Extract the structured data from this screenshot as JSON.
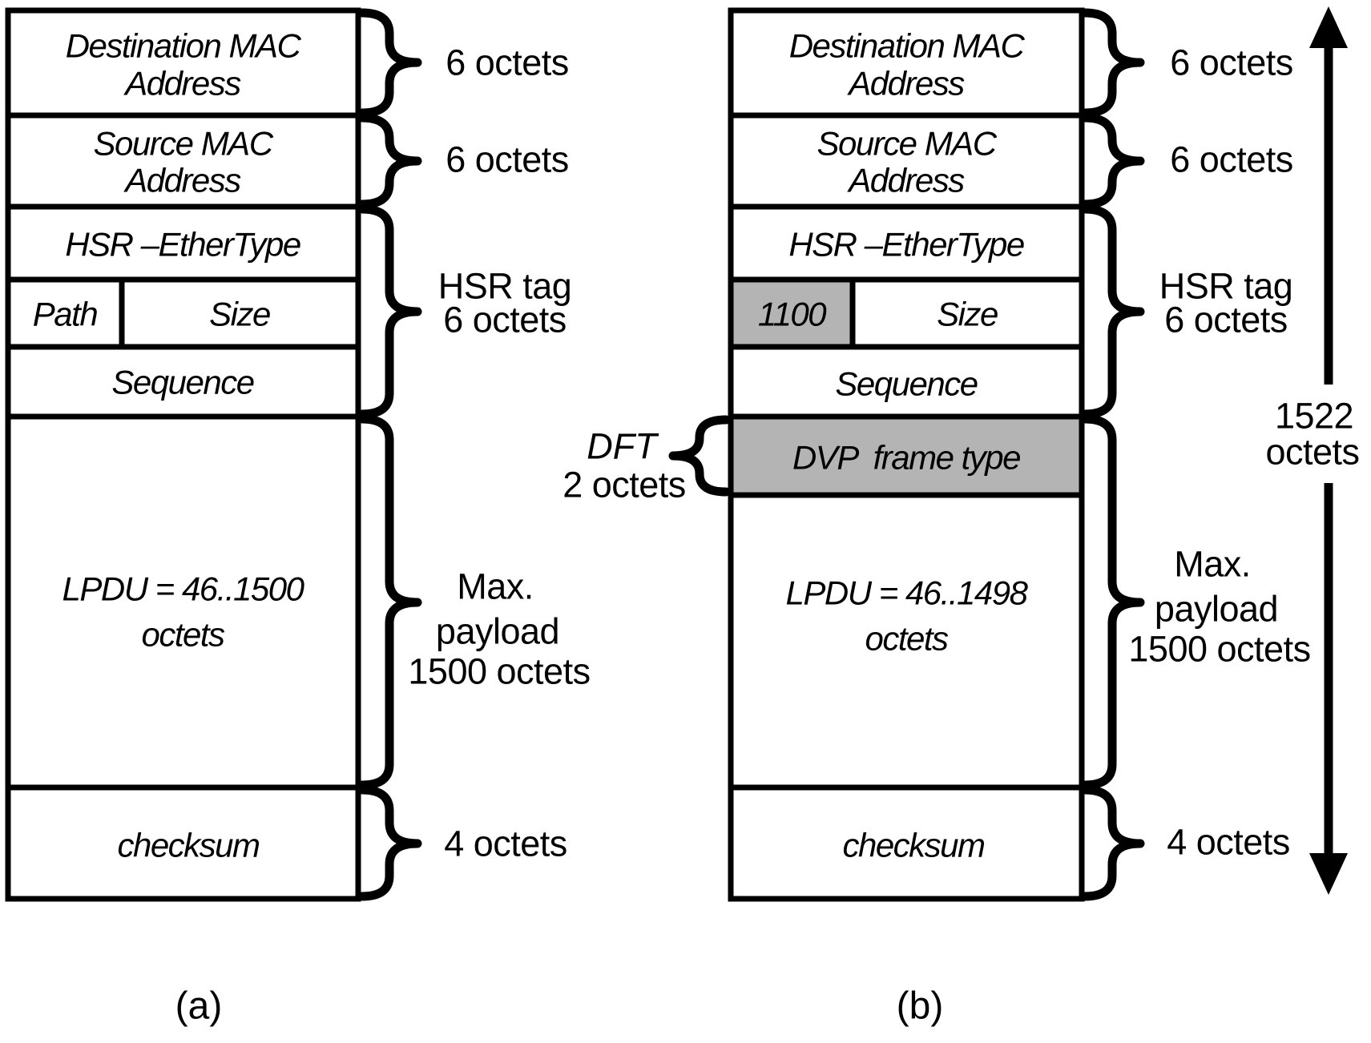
{
  "figure": {
    "caption_a": "(a)",
    "caption_b": "(b)"
  },
  "colors": {
    "highlight_gray": "#b4b4b4",
    "line_black": "#000000",
    "background": "#ffffff"
  },
  "diagram_a": {
    "fields": {
      "dest_mac_line1": "Destination MAC",
      "dest_mac_line2": "Address",
      "src_mac_line1": "Source MAC",
      "src_mac_line2": "Address",
      "ethertype": "HSR –EtherType",
      "path": "Path",
      "size": "Size",
      "sequence": "Sequence",
      "lpdu_line1": "LPDU = 46..1500",
      "lpdu_line2": "octets",
      "checksum": "checksum"
    },
    "annotations": {
      "dest_mac_size": "6 octets",
      "src_mac_size": "6 octets",
      "hsr_tag_line1": "HSR tag",
      "hsr_tag_line2": "6 octets",
      "payload_line1": "Max.",
      "payload_line2": "payload",
      "payload_line3": "1500 octets",
      "checksum_size": "4 octets"
    }
  },
  "diagram_b": {
    "fields": {
      "dest_mac_line1": "Destination MAC",
      "dest_mac_line2": "Address",
      "src_mac_line1": "Source MAC",
      "src_mac_line2": "Address",
      "ethertype": "HSR –EtherType",
      "path_value": "1100",
      "size": "Size",
      "sequence": "Sequence",
      "dvp_frame_type": "DVP  frame type",
      "lpdu_line1": "LPDU = 46..1498",
      "lpdu_line2": "octets",
      "checksum": "checksum"
    },
    "annotations": {
      "dest_mac_size": "6 octets",
      "src_mac_size": "6 octets",
      "hsr_tag_line1": "HSR tag",
      "hsr_tag_line2": "6 octets",
      "dft_line1": "DFT",
      "dft_line2": "2 octets",
      "payload_line1": "Max.",
      "payload_line2": "payload",
      "payload_line3": "1500 octets",
      "checksum_size": "4 octets",
      "total_line1": "1522",
      "total_line2": "octets"
    }
  }
}
